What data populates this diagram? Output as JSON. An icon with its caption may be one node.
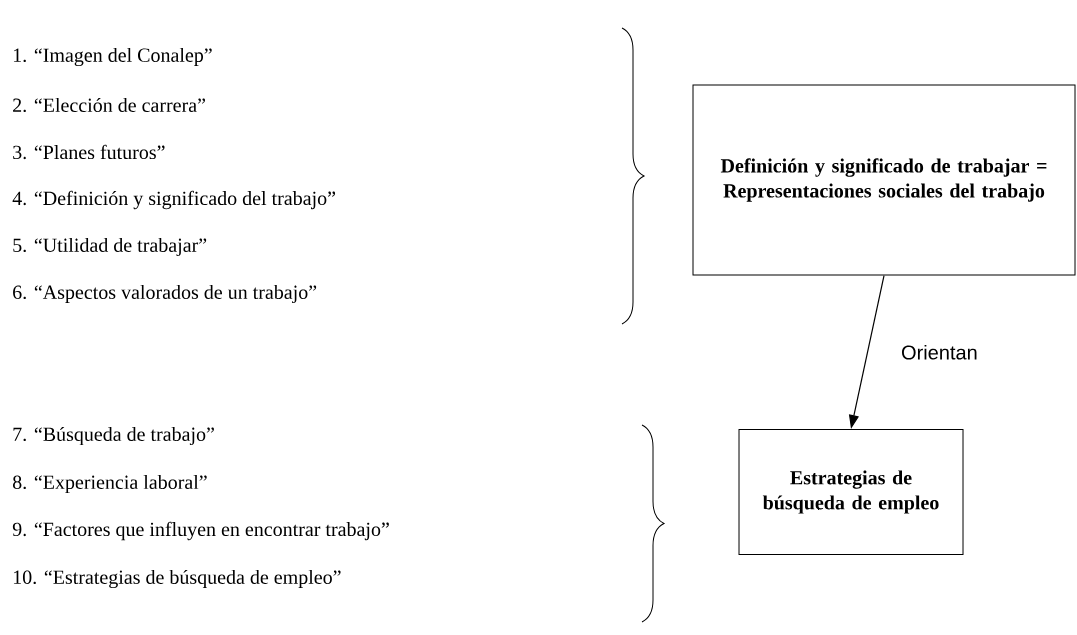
{
  "diagram": {
    "nodes": [
      {
        "text": [
          "Definición y significado de trabajar = Representaciones sociales del trabajo"
        ]
      },
      {
        "text": [
          "Estrategias de búsqueda de empleo"
        ]
      }
    ],
    "edges": [
      {
        "from": 0,
        "to": 1,
        "arrow": "to",
        "label": "Orientan"
      }
    ],
    "labels": [
      "1. “Imagen del Conalep”",
      "2. “Elección de carrera”",
      "3. “Planes futuros”",
      "4. “Definición y significado del trabajo”",
      "5. “Utilidad de trabajar”",
      "6. “Aspectos valorados de un trabajo”",
      "7. “Búsqueda de trabajo”",
      "8. “Experiencia laboral”",
      "9. “Factores que influyen en encontrar trabajo”",
      "10. “Estrategias de búsqueda de empleo”"
    ]
  }
}
